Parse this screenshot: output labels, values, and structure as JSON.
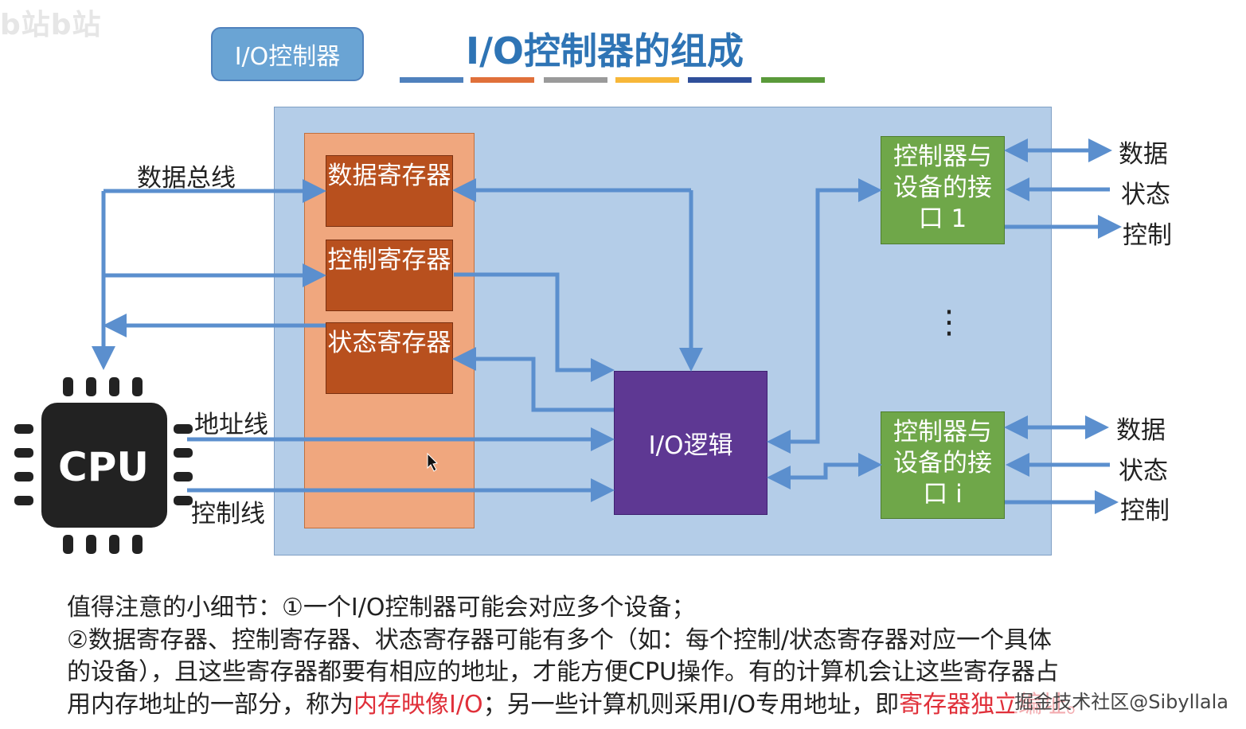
{
  "watermark_top": "b站b站",
  "title": "I/O控制器的组成",
  "title_stripes": [
    "#4f81bd",
    "#e0703a",
    "#9a9a9a",
    "#f7b739",
    "#2f4f9a",
    "#5a9a3a"
  ],
  "callout": "I/O控制器",
  "registers": {
    "data": "数据寄存器",
    "control": "控制寄存器",
    "status": "状态寄存器"
  },
  "io_logic": "I/O逻辑",
  "interfaces": {
    "iface1": "控制器与设备的接口 1",
    "ifacei": "控制器与设备的接口 i",
    "ellipsis": "⋮"
  },
  "side_labels": {
    "data1": "数据",
    "status1": "状态",
    "control1": "控制",
    "data2": "数据",
    "status2": "状态",
    "control2": "控制"
  },
  "bus_labels": {
    "data_bus": "数据总线",
    "address_line": "地址线",
    "control_line": "控制线"
  },
  "cpu_label": "CPU",
  "note": {
    "line1": "值得注意的小细节：①一个I/O控制器可能会对应多个设备；",
    "line2": "②数据寄存器、控制寄存器、状态寄存器可能有多个（如：每个控制/状态寄存器对应一个具体",
    "line3": "的设备），且这些寄存器都要有相应的地址，才能方便CPU操作。有的计算机会让这些寄存器占",
    "line4_a": "用内存地址的一部分，称为",
    "line4_red1": "内存映像I/O",
    "line4_b": "；另一些计算机则采用I/O专用地址，即",
    "line4_red2": "寄存器独立编址。"
  },
  "watermark_bottom": "掘金技术社区@Sibyllala",
  "colors": {
    "wire": "#5b8fce",
    "panel": "#b4cde8",
    "register_group": "#f0a77e",
    "register": "#b8501e",
    "io_logic": "#5e3893",
    "interface": "#6fa749",
    "highlight": "#e0303a"
  }
}
